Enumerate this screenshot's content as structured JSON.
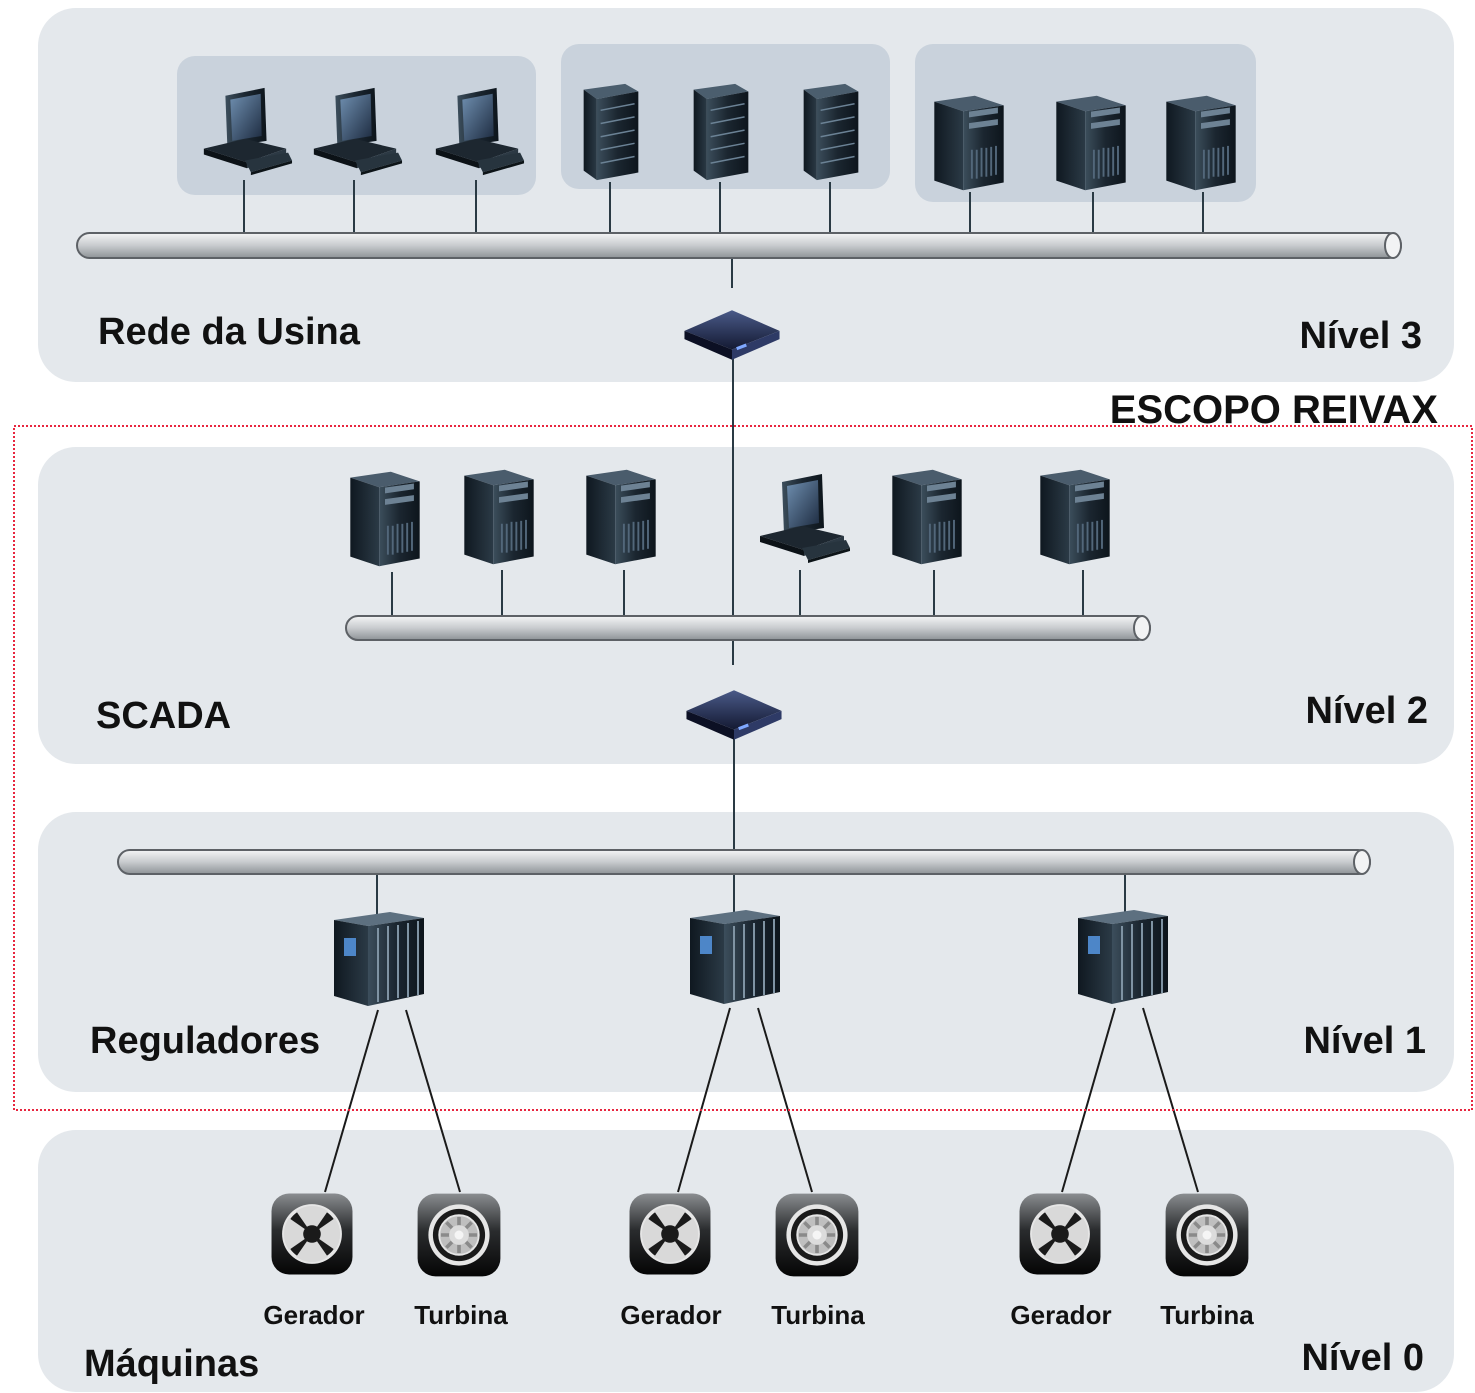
{
  "scope_label": "ESCOPO REIVAX",
  "scope_color": "#e8263f",
  "levels": [
    {
      "title": "Rede da Usina",
      "level": "Nível 3"
    },
    {
      "title": "SCADA",
      "level": "Nível 2"
    },
    {
      "title": "Reguladores",
      "level": "Nível 1"
    },
    {
      "title": "Máquinas",
      "level": "Nível 0"
    }
  ],
  "machines": [
    {
      "gerador": "Gerador",
      "turbina": "Turbina"
    },
    {
      "gerador": "Gerador",
      "turbina": "Turbina"
    },
    {
      "gerador": "Gerador",
      "turbina": "Turbina"
    }
  ],
  "icons": {
    "workstation": "workstation-icon",
    "rack_server": "rack-server-icon",
    "tower_server": "tower-server-icon",
    "router": "router-icon",
    "regulator_cabinet": "regulator-cabinet-icon",
    "generator": "generator-icon",
    "turbine": "turbine-icon"
  }
}
